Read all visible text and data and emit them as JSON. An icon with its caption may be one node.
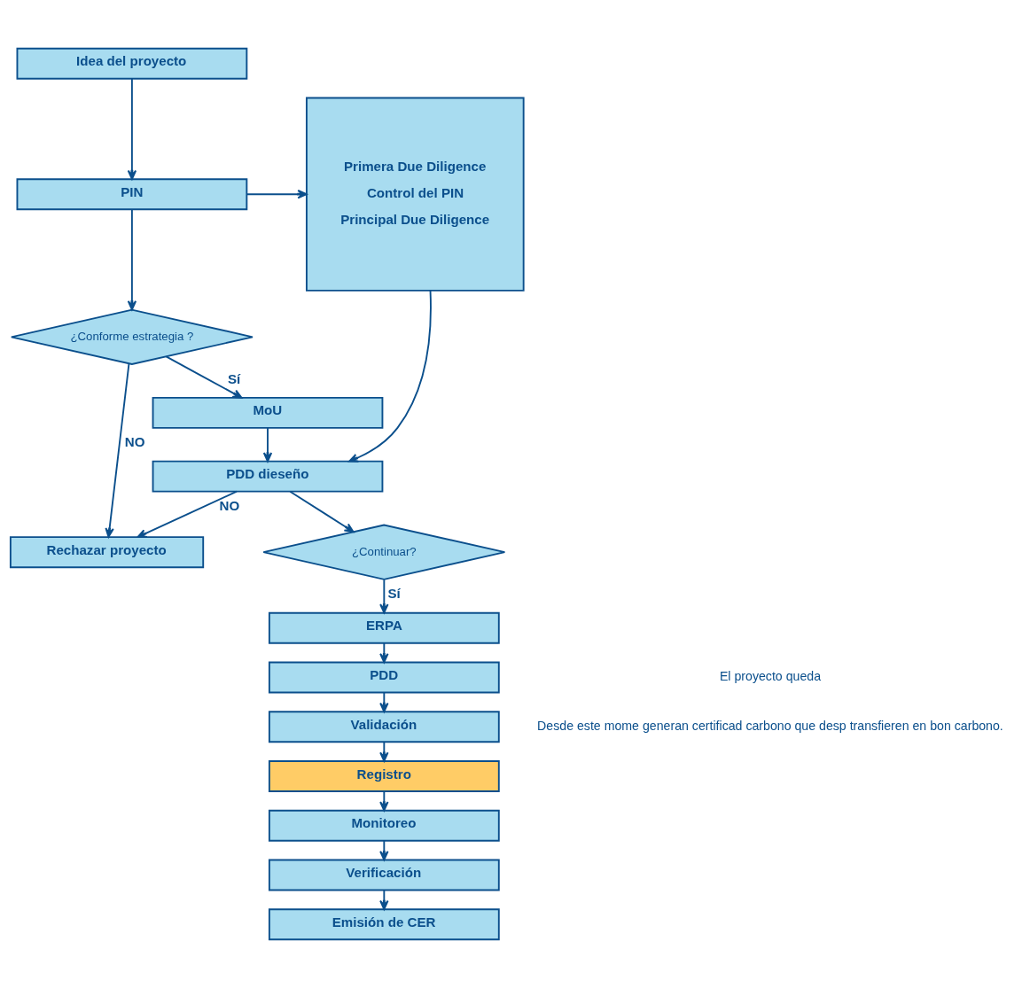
{
  "diagram": {
    "nodes": [
      {
        "text": [
          "Idea del proyecto"
        ]
      },
      {
        "text": [
          "PIN"
        ]
      },
      {
        "text": [
          "Primera Due Diligence",
          "Control del PIN",
          "Principal Due Diligence"
        ]
      },
      {
        "text": [
          "¿Conforme estrategia ?"
        ]
      },
      {
        "text": [
          "MoU"
        ]
      },
      {
        "text": [
          "PDD dieseño"
        ]
      },
      {
        "text": [
          "Rechazar proyecto"
        ]
      },
      {
        "text": [
          "¿Continuar?"
        ]
      },
      {
        "text": [
          "ERPA"
        ]
      },
      {
        "text": [
          "PDD"
        ]
      },
      {
        "text": [
          "Validación"
        ]
      },
      {
        "text": [
          "Registro"
        ]
      },
      {
        "text": [
          "Monitoreo"
        ]
      },
      {
        "text": [
          "Verificación"
        ]
      },
      {
        "text": [
          "Emisión de CER"
        ]
      }
    ],
    "edges": [
      {
        "from": 0,
        "to": 1,
        "arrow": "to"
      },
      {
        "from": 1,
        "to": 2,
        "arrow": "to"
      },
      {
        "from": 1,
        "to": 3,
        "arrow": "to"
      },
      {
        "from": 3,
        "to": 6,
        "label": "NO",
        "arrow": "to"
      },
      {
        "from": 3,
        "to": 4,
        "label": "Sí",
        "arrow": "to"
      },
      {
        "from": 4,
        "to": 5,
        "arrow": "to"
      },
      {
        "from": 2,
        "to": 5,
        "arrow": "to"
      },
      {
        "from": 5,
        "to": 6,
        "label": "NO",
        "arrow": "to"
      },
      {
        "from": 5,
        "to": 7,
        "arrow": "to"
      },
      {
        "from": 7,
        "to": 8,
        "label": "Sí",
        "arrow": "to"
      },
      {
        "from": 8,
        "to": 9,
        "arrow": "to"
      },
      {
        "from": 9,
        "to": 10,
        "arrow": "to"
      },
      {
        "from": 10,
        "to": 11,
        "arrow": "to"
      },
      {
        "from": 11,
        "to": 12,
        "arrow": "to"
      },
      {
        "from": 12,
        "to": 13,
        "arrow": "to"
      },
      {
        "from": 13,
        "to": 14,
        "arrow": "to"
      }
    ],
    "labels": [
      "El proyecto queda",
      "Desde este mome generan certificad carbono que desp transfieren en bon carbono."
    ]
  }
}
